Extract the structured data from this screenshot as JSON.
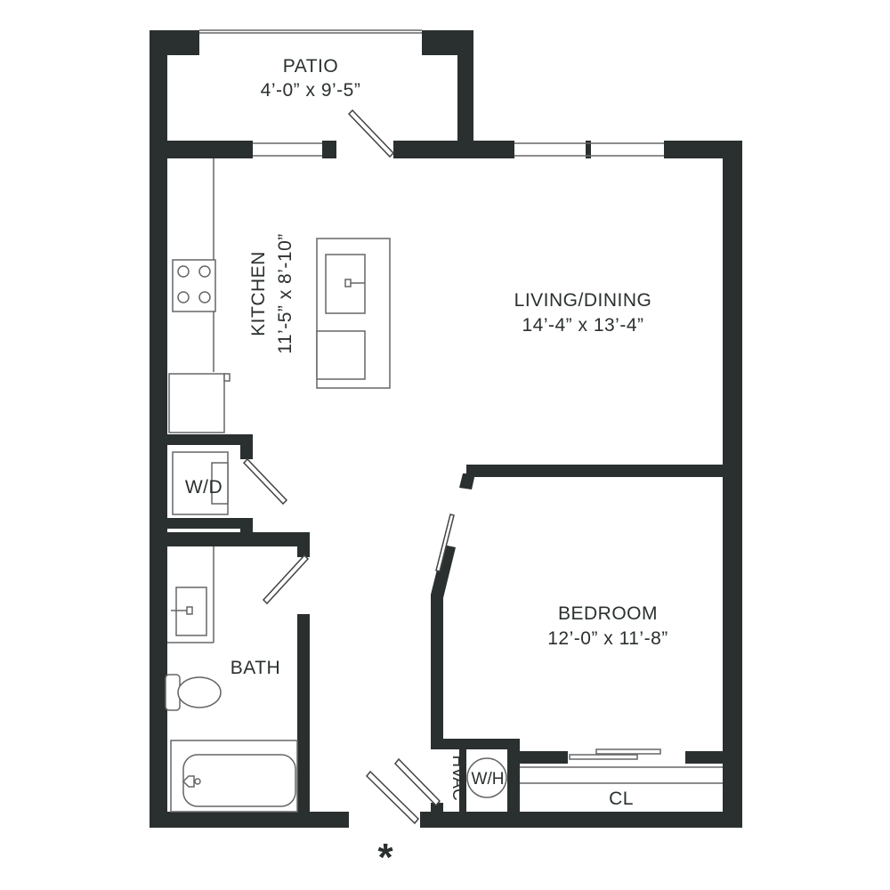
{
  "colors": {
    "wall": "#2a302f",
    "line": "#666666",
    "fixture_fill": "#ffffff",
    "background": "#ffffff"
  },
  "rooms": {
    "patio": {
      "name": "PATIO",
      "dims": "4’-0” x 9’-5”"
    },
    "kitchen": {
      "name": "KITCHEN",
      "dims": "11’-5” x 8’-10”"
    },
    "living": {
      "name": "LIVING/DINING",
      "dims": "14’-4” x 13’-4”"
    },
    "bedroom": {
      "name": "BEDROOM",
      "dims": "12’-0” x 11’-8”"
    },
    "bath": {
      "name": "BATH"
    }
  },
  "labels": {
    "washer_dryer": "W/D",
    "water_heater": "W/H",
    "hvac": "HVAC",
    "closet": "CL",
    "entry_marker": "*"
  }
}
